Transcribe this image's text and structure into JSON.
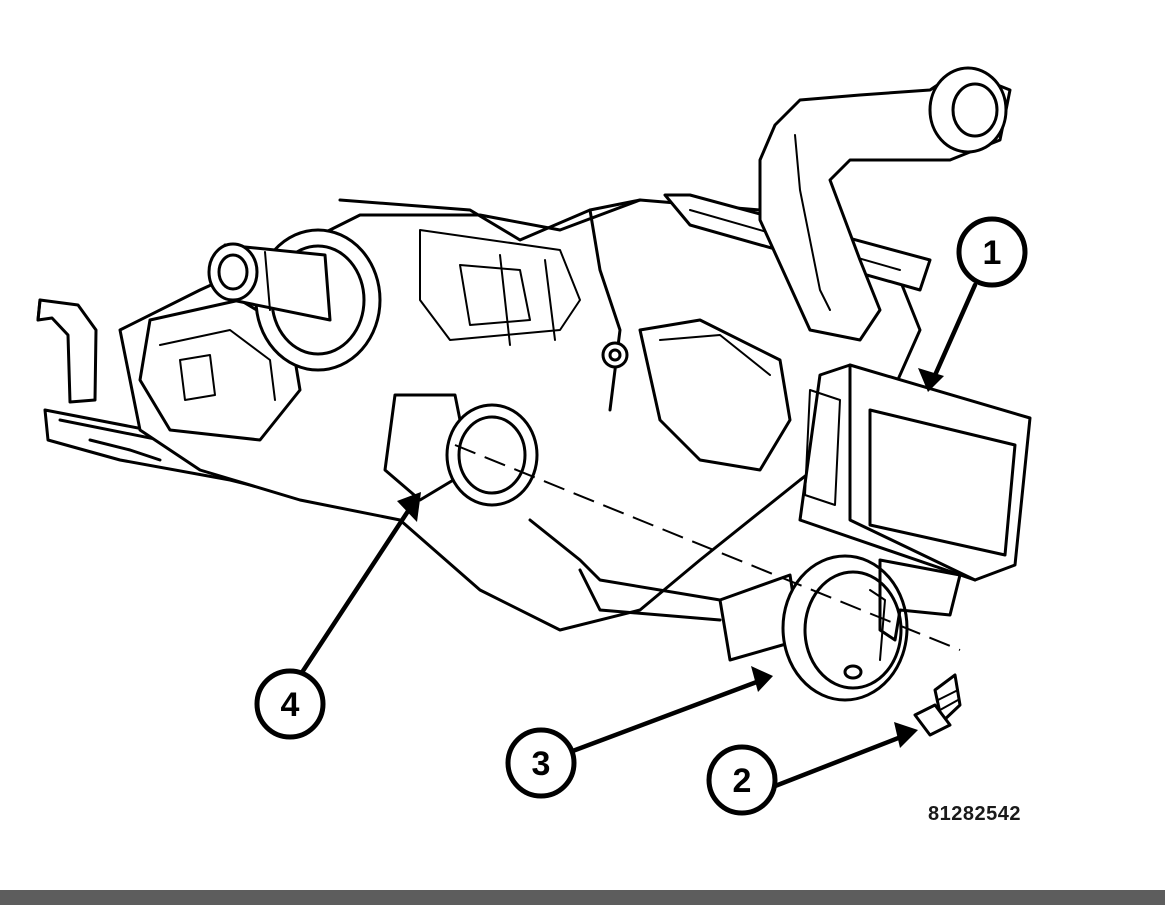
{
  "diagram": {
    "callouts": [
      {
        "id": "1",
        "label": "1"
      },
      {
        "id": "2",
        "label": "2"
      },
      {
        "id": "3",
        "label": "3"
      },
      {
        "id": "4",
        "label": "4"
      }
    ],
    "figure_id": "81282542"
  },
  "colors": {
    "line": "#000000",
    "background": "#ffffff",
    "bottom_bar": "#5d5d5d"
  }
}
